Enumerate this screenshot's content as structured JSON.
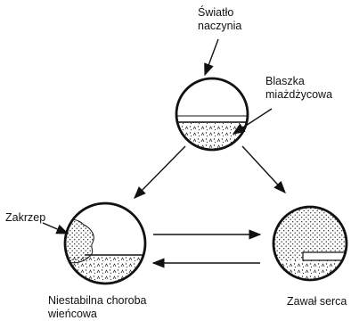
{
  "labels": {
    "vessel_lumen": [
      "Światło",
      "naczynia"
    ],
    "atherosclerotic_plaque": [
      "Blaszka",
      "miażdżycowa"
    ],
    "thrombus": "Zakrzep",
    "unstable_disease": [
      "Niestabilna choroba",
      "wieńcowa"
    ],
    "myocardial_infarction": "Zawał serca"
  }
}
